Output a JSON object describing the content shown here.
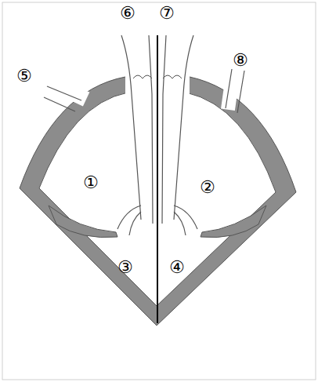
{
  "diagram": {
    "labels": [
      "①",
      "②",
      "③",
      "④",
      "⑤",
      "⑥",
      "⑦",
      "⑧"
    ]
  }
}
